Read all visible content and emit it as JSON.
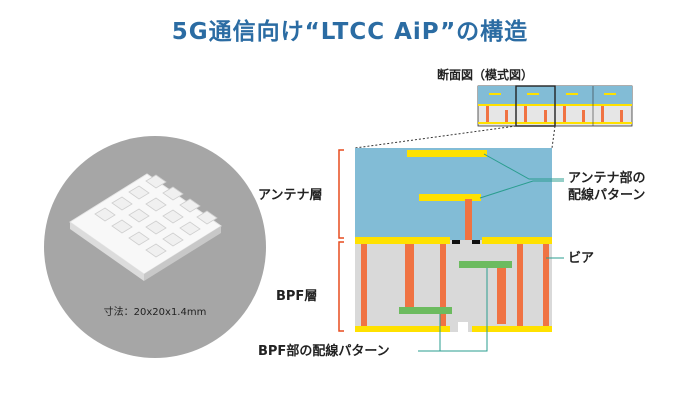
{
  "title": "5G通信向け“LTCC AiP”の構造",
  "cross_section_label": "断面図（模式図）",
  "dimension_label": "寸法：20x20x1.4mm",
  "labels": {
    "antenna_layer": "アンテナ層",
    "bpf_layer": "BPF層",
    "antenna_wiring_line1": "アンテナ部の",
    "antenna_wiring_line2": "配線パターン",
    "via": "ビア",
    "bpf_wiring": "BPF部の配線パターン"
  },
  "colors": {
    "title": "#2b6ca3",
    "antenna_layer": "#82bcd6",
    "bpf_layer": "#d9d9d9",
    "conductor": "#ffe100",
    "via": "#f07343",
    "bpf_pattern": "#6cbb5f",
    "bracket": "#e74c1f",
    "leader": "#2a9d8f",
    "chip_background": "#a6a6a6"
  }
}
